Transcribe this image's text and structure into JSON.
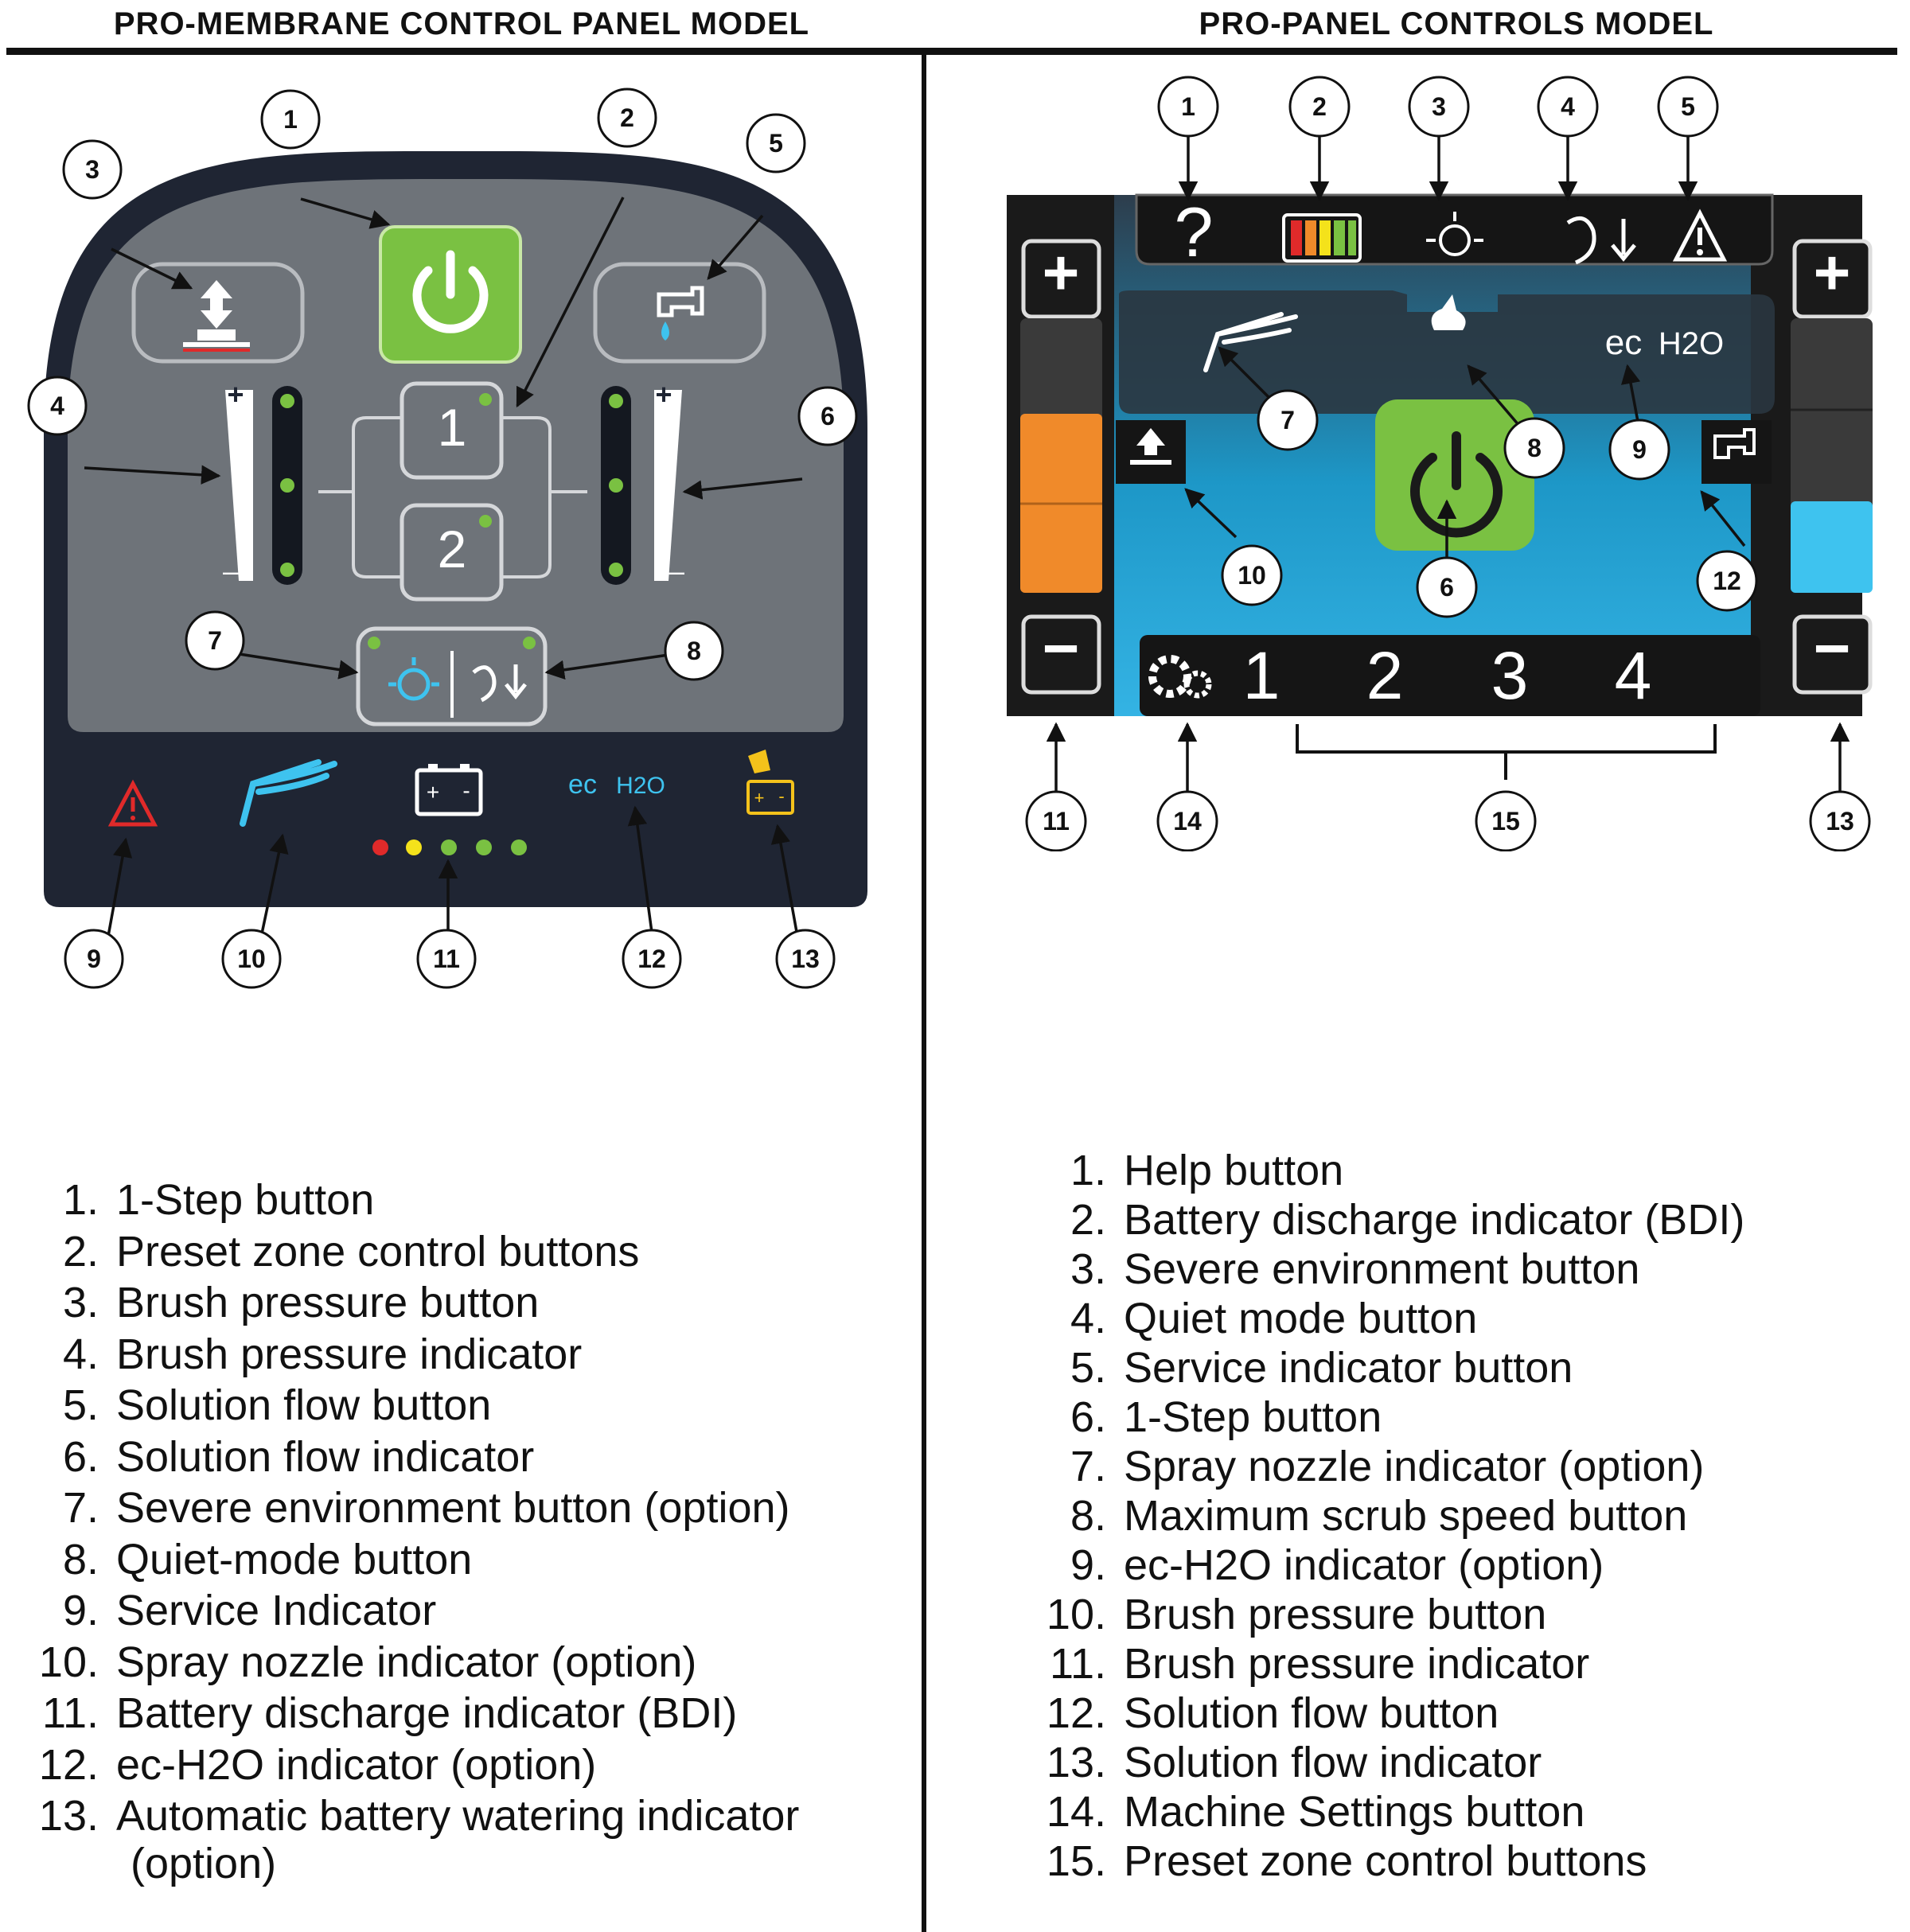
{
  "left_panel": {
    "heading": "PRO-MEMBRANE CONTROL PANEL MODEL",
    "callouts": [
      "1",
      "2",
      "3",
      "4",
      "5",
      "6",
      "7",
      "8",
      "9",
      "10",
      "11",
      "12",
      "13"
    ],
    "preset_buttons": [
      "1",
      "2"
    ],
    "ec_label": "ec",
    "h2o_label": "H2O",
    "legend": [
      {
        "n": "1.",
        "text": "1-Step button"
      },
      {
        "n": "2.",
        "text": "Preset zone control buttons"
      },
      {
        "n": "3.",
        "text": "Brush pressure button"
      },
      {
        "n": "4.",
        "text": "Brush pressure indicator"
      },
      {
        "n": "5.",
        "text": "Solution flow button"
      },
      {
        "n": "6.",
        "text": "Solution flow indicator"
      },
      {
        "n": "7.",
        "text": "Severe environment button (option)"
      },
      {
        "n": "8.",
        "text": "Quiet-mode button"
      },
      {
        "n": "9.",
        "text": "Service Indicator"
      },
      {
        "n": "10.",
        "text": "Spray nozzle indicator (option)"
      },
      {
        "n": "11.",
        "text": "Battery discharge indicator (BDI)"
      },
      {
        "n": "12.",
        "text": "ec-H2O indicator (option)"
      },
      {
        "n": "13.",
        "text": "Automatic battery watering indicator"
      },
      {
        "n": "",
        "text": "(option)"
      }
    ]
  },
  "right_panel": {
    "heading": "PRO-PANEL CONTROLS MODEL",
    "callouts": [
      "1",
      "2",
      "3",
      "4",
      "5",
      "6",
      "7",
      "8",
      "9",
      "10",
      "11",
      "12",
      "13",
      "14",
      "15"
    ],
    "help_glyph": "?",
    "plus_glyph": "+",
    "minus_glyph": "−",
    "ec_label": "ec",
    "h2o_label": "H2O",
    "zone_buttons": [
      "1",
      "2",
      "3",
      "4"
    ],
    "legend": [
      {
        "n": "1.",
        "text": "Help button"
      },
      {
        "n": "2.",
        "text": "Battery discharge indicator (BDI)"
      },
      {
        "n": "3.",
        "text": "Severe environment button"
      },
      {
        "n": "4.",
        "text": "Quiet mode button"
      },
      {
        "n": "5.",
        "text": "Service indicator button"
      },
      {
        "n": "6.",
        "text": "1-Step button"
      },
      {
        "n": "7.",
        "text": "Spray nozzle indicator (option)"
      },
      {
        "n": "8.",
        "text": "Maximum scrub speed button"
      },
      {
        "n": "9.",
        "text": "ec-H2O indicator (option)"
      },
      {
        "n": "10.",
        "text": "Brush pressure button"
      },
      {
        "n": "11.",
        "text": "Brush pressure indicator"
      },
      {
        "n": "12.",
        "text": "Solution flow button"
      },
      {
        "n": "13.",
        "text": "Solution flow indicator"
      },
      {
        "n": "14.",
        "text": "Machine Settings button"
      },
      {
        "n": "15.",
        "text": "Preset zone control buttons"
      }
    ]
  },
  "colors": {
    "power_green": "#7ac142",
    "brush_orange": "#f08a2a",
    "solution_blue": "#3ec3ef",
    "service_red": "#e02a2a",
    "battery_yellow": "#f4c21b",
    "panel_dark": "#1f2533",
    "panel_grey": "#6e7379"
  }
}
